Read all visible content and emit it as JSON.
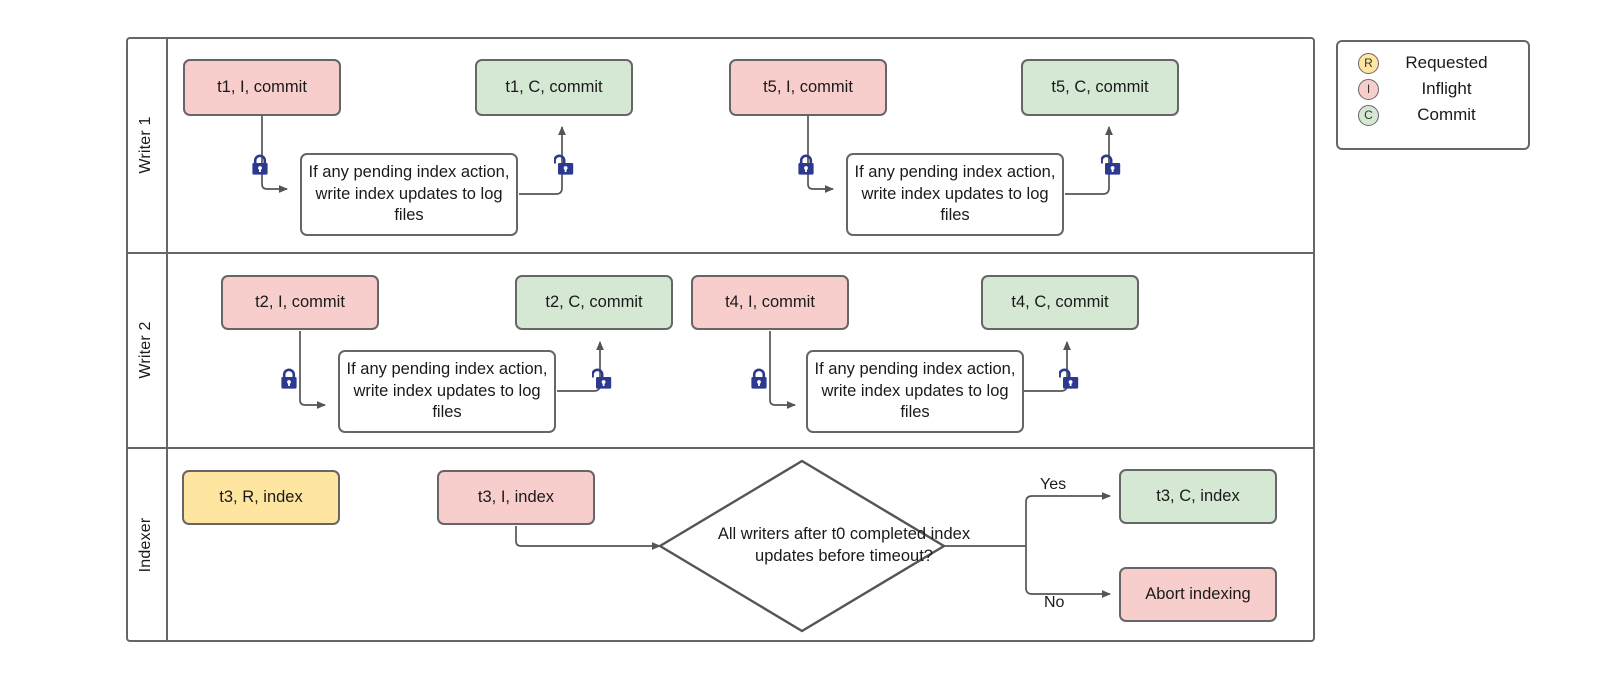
{
  "diagram": {
    "title": "Writer / Indexer transaction lane diagram",
    "colors": {
      "pink": "#f8cecc",
      "green": "#d5e8d4",
      "yellow": "#ffe6a0",
      "border": "#666666",
      "lock": "#2b3990",
      "text": "#1a1a1a"
    },
    "lanes": [
      {
        "id": "writer1",
        "label": "Writer 1"
      },
      {
        "id": "writer2",
        "label": "Writer 2"
      },
      {
        "id": "indexer",
        "label": "Indexer"
      }
    ],
    "process_text": "If any pending index action, write index updates to log files",
    "writer1": {
      "start": "t1, I, commit",
      "process": "If any pending index action, write index updates to log files",
      "end": "t1, C, commit",
      "start2": "t5, I, commit",
      "process2": "If any pending index action, write index updates to log files",
      "end2": "t5, C, commit"
    },
    "writer2": {
      "start": "t2, I, commit",
      "process": "If any pending index action, write index updates to log files",
      "end": "t2, C, commit",
      "start2": "t4, I, commit",
      "process2": "If any pending index action, write index updates to log files",
      "end2": "t4, C, commit"
    },
    "indexer": {
      "requested": "t3, R, index",
      "inflight": "t3, I, index",
      "decision": "All writers after t0 completed index updates before timeout?",
      "yes_label": "Yes",
      "no_label": "No",
      "yes_target": "t3, C, index",
      "no_target": "Abort indexing"
    },
    "icons": {
      "lock_closed": "lock-closed-icon",
      "lock_open": "lock-open-icon"
    }
  },
  "legend": {
    "rows": [
      {
        "badge": "R",
        "label": "Requested",
        "color": "yellow"
      },
      {
        "badge": "I",
        "label": "Inflight",
        "color": "pink"
      },
      {
        "badge": "C",
        "label": "Commit",
        "color": "green"
      }
    ]
  }
}
